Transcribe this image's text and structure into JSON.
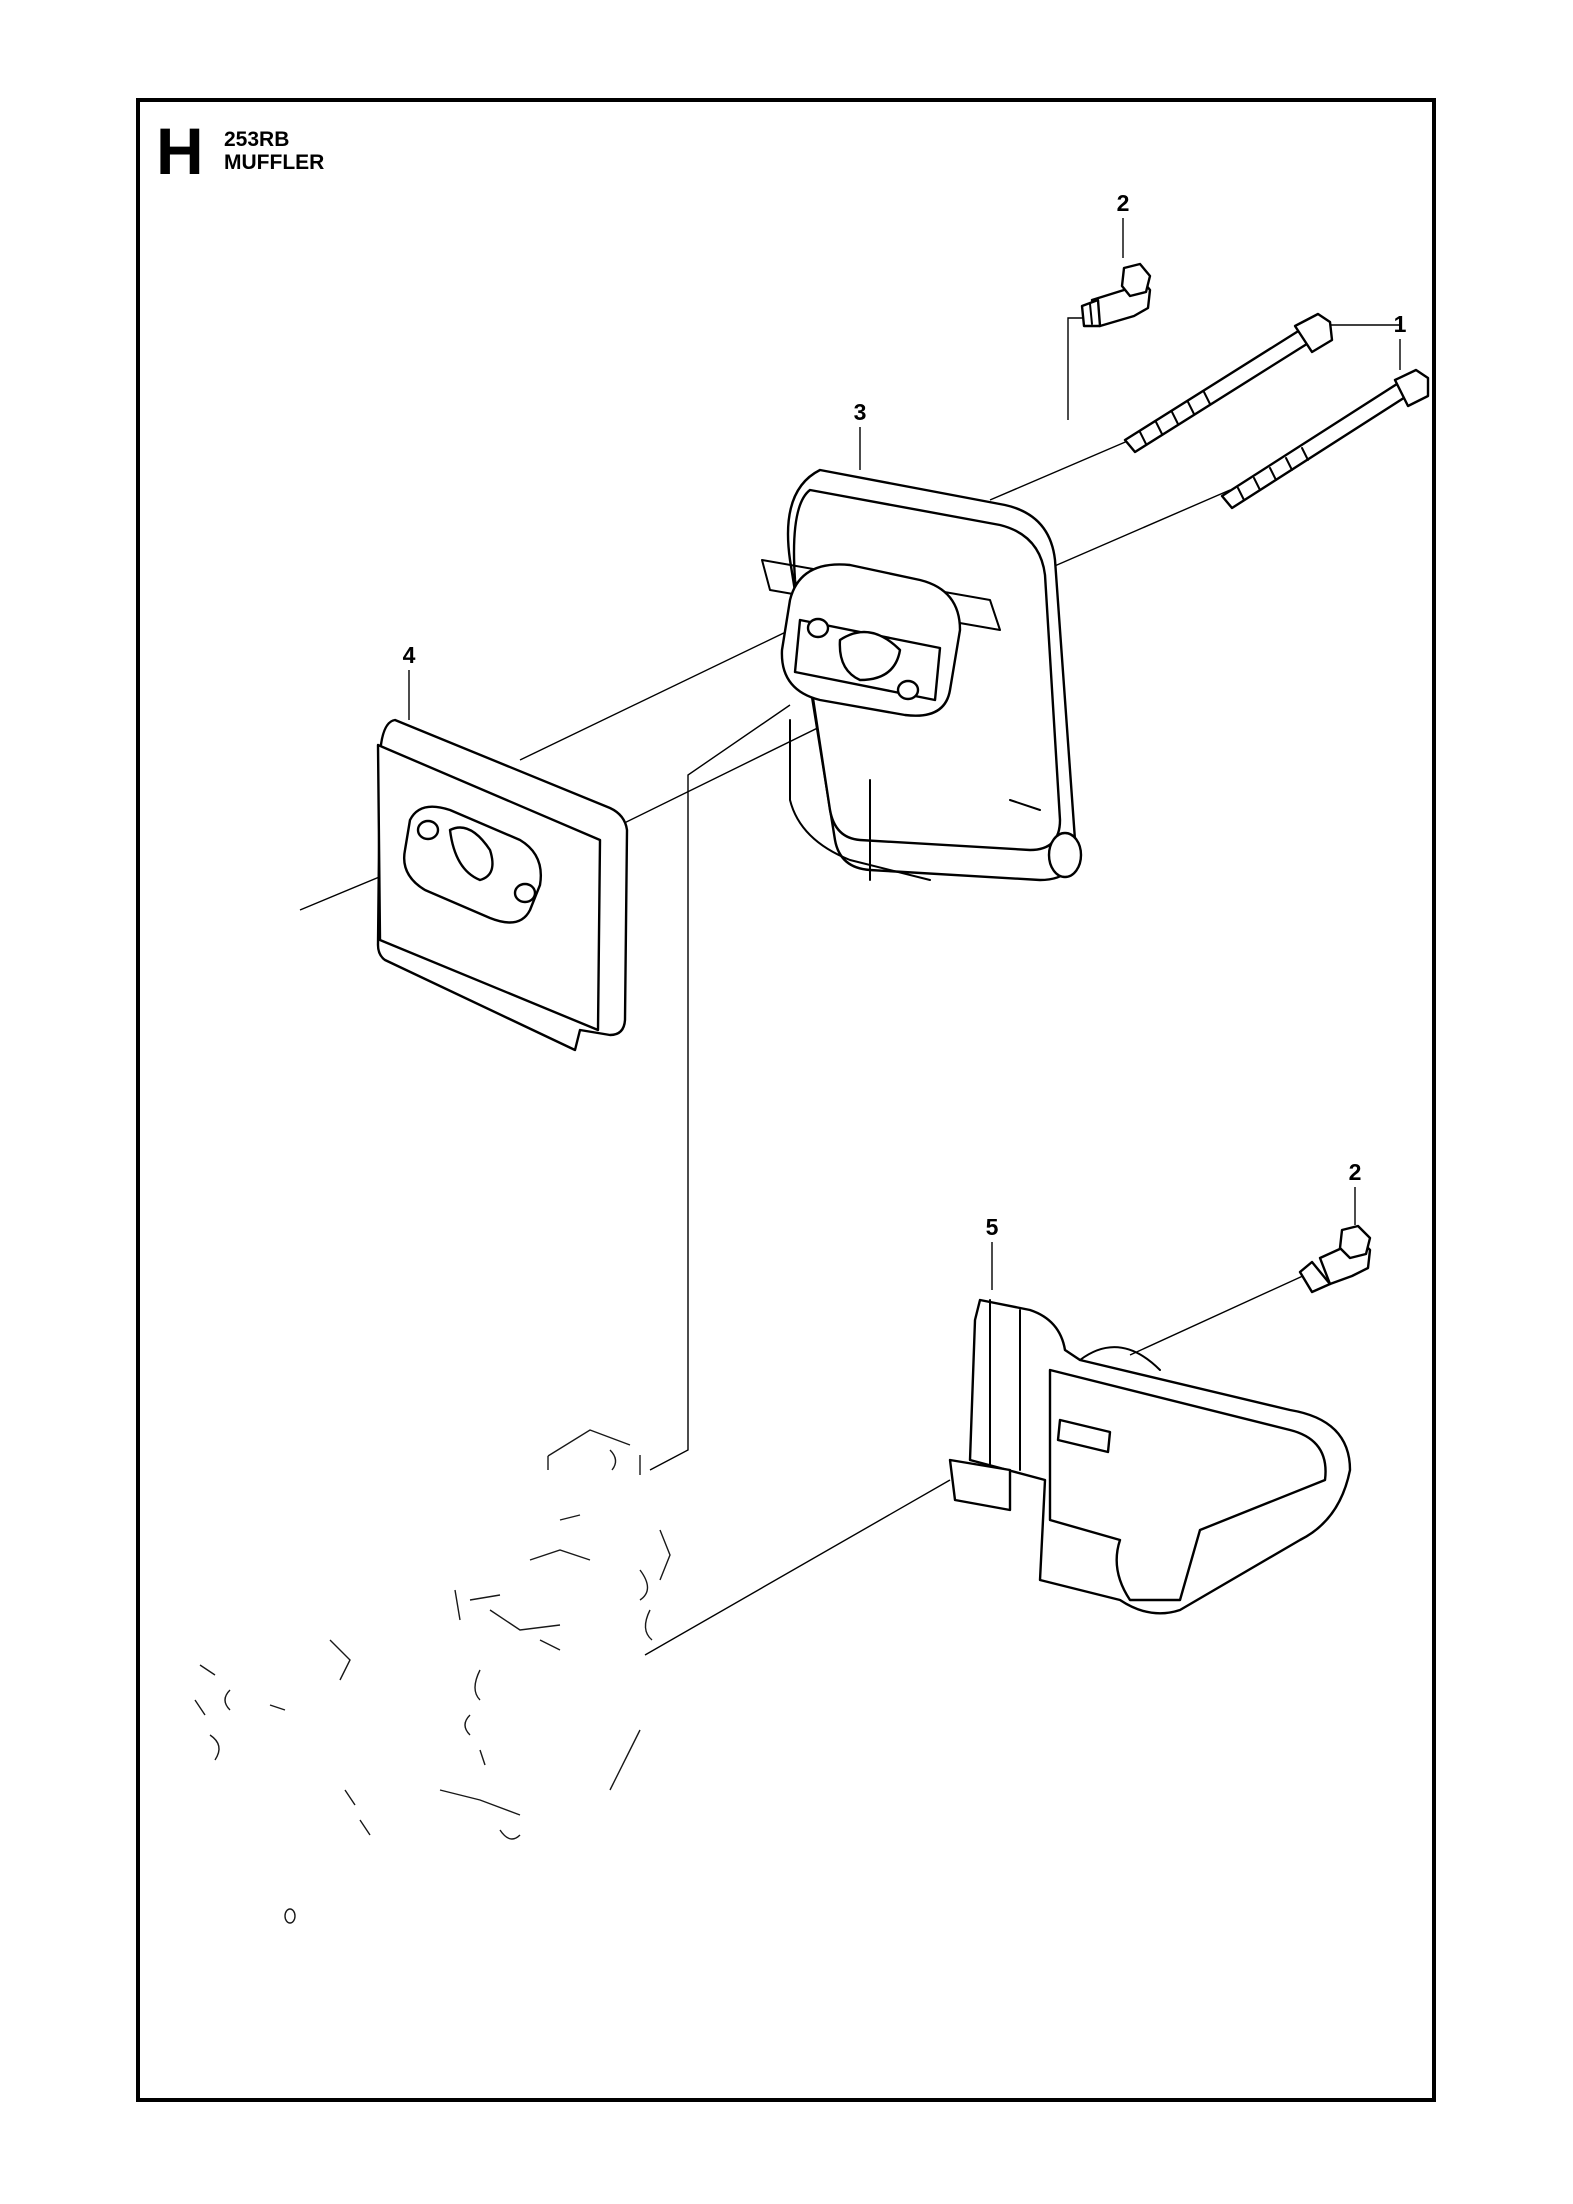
{
  "header": {
    "section_letter": "H",
    "model": "253RB",
    "title": "MUFFLER"
  },
  "callouts": [
    {
      "id": "callout-1",
      "label": "1"
    },
    {
      "id": "callout-2a",
      "label": "2"
    },
    {
      "id": "callout-2b",
      "label": "2"
    },
    {
      "id": "callout-3",
      "label": "3"
    },
    {
      "id": "callout-4",
      "label": "4"
    },
    {
      "id": "callout-5",
      "label": "5"
    }
  ]
}
